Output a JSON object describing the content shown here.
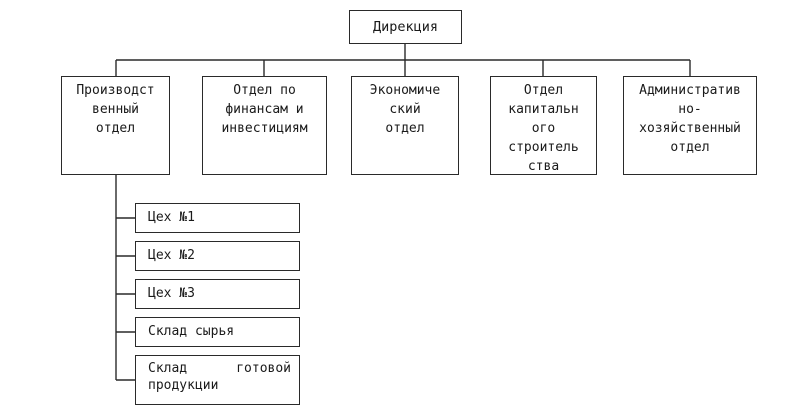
{
  "root": {
    "label": "Дирекция"
  },
  "departments": [
    {
      "label": "Производст\nвенный\nотдел"
    },
    {
      "label": "Отдел по\nфинансам и\nинвестициям"
    },
    {
      "label": "Экономиче\nский\nотдел"
    },
    {
      "label": "Отдел\nкапитальн\nого\nстроитель\nства"
    },
    {
      "label": "Административ\nно-\nхозяйственный\nотдел"
    }
  ],
  "production_units": [
    {
      "label": "Цех №1"
    },
    {
      "label": "Цех №2"
    },
    {
      "label": "Цех №3"
    },
    {
      "label": "Склад сырья"
    },
    {
      "label": "Склад готовой продукции"
    }
  ]
}
